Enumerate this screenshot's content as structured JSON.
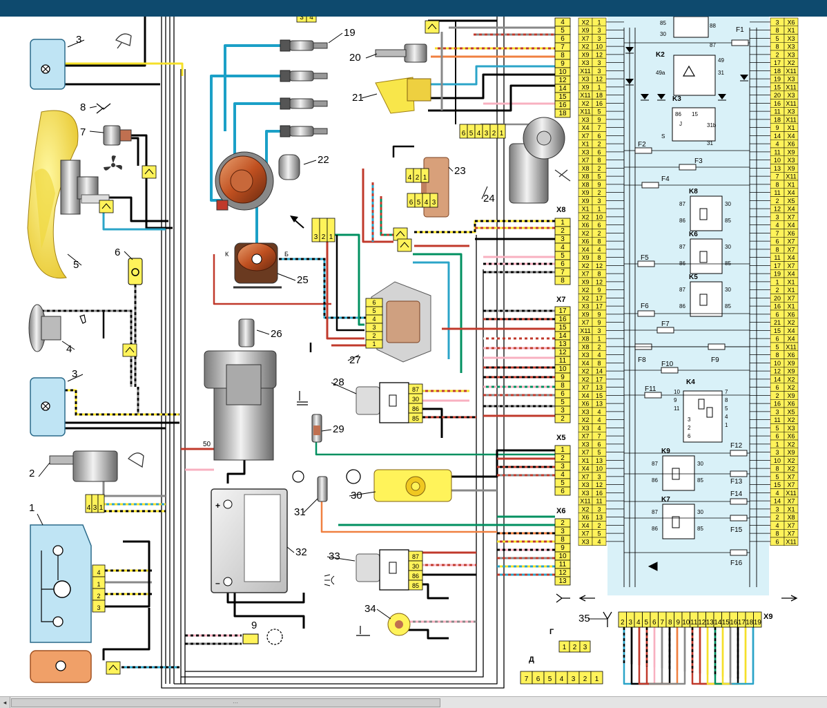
{
  "callouts": [
    "1",
    "2",
    "3",
    "3",
    "4",
    "5",
    "6",
    "7",
    "8",
    "9",
    "19",
    "20",
    "21",
    "22",
    "23",
    "24",
    "25",
    "26",
    "27",
    "28",
    "29",
    "30",
    "31",
    "32",
    "33",
    "34",
    "35"
  ],
  "connectors": {
    "X8": "X8",
    "X7": "X7",
    "X5": "X5",
    "X6": "X6",
    "X9": "X9",
    "G": "Г",
    "D": "Д",
    "G_pins": [
      "1",
      "2",
      "3"
    ],
    "D_pins": [
      "7",
      "6",
      "5",
      "4",
      "3",
      "2",
      "1"
    ],
    "X8_pins": [
      "1",
      "2",
      "3",
      "4",
      "5",
      "6",
      "7",
      "8"
    ],
    "X7_pins": [
      "17",
      "16",
      "15",
      "14",
      "13",
      "12",
      "11",
      "10",
      "9",
      "8",
      "6",
      "5",
      "3",
      "2"
    ],
    "X5_pins": [
      "1",
      "2",
      "3",
      "4",
      "5",
      "6"
    ],
    "X6_pins": [
      "2",
      "3",
      "8",
      "9",
      "10",
      "11",
      "12",
      "13"
    ],
    "X9_pins": [
      "2",
      "3",
      "4",
      "5",
      "6",
      "7",
      "8",
      "9",
      "10",
      "11",
      "12",
      "13",
      "14",
      "15",
      "16",
      "17",
      "18",
      "19"
    ],
    "top_pins": [
      "4",
      "5",
      "6",
      "7",
      "8",
      "9",
      "10",
      "12",
      "14",
      "15",
      "16",
      "18"
    ],
    "plug_24": [
      "6",
      "5",
      "4",
      "3",
      "2",
      "1"
    ],
    "plug_23a": [
      "4",
      "2",
      "1"
    ],
    "plug_23b": [
      "6",
      "5",
      "4",
      "3"
    ],
    "plug_27": [
      "6",
      "5",
      "4",
      "3",
      "2",
      "1"
    ],
    "plug_25": [
      "3",
      "2",
      "1"
    ],
    "plug_2": [
      "4",
      "3",
      "1"
    ],
    "plug_1": [
      "4",
      "1",
      "2",
      "3"
    ],
    "relay_28_pins": [
      "87",
      "30",
      "86",
      "85"
    ],
    "relay_33_pins": [
      "87",
      "30",
      "86",
      "85"
    ],
    "coil_terms": [
      "К",
      "Б"
    ],
    "starter_term": "50",
    "top_plug": [
      "3",
      "4"
    ]
  },
  "fusebox": {
    "relays": [
      "K2",
      "K3",
      "K4",
      "K5",
      "K6",
      "K7",
      "K8",
      "K9"
    ],
    "fuses": [
      "F1",
      "F2",
      "F3",
      "F4",
      "F5",
      "F6",
      "F7",
      "F8",
      "F9",
      "F10",
      "F11",
      "F12",
      "F13",
      "F14",
      "F15",
      "F16"
    ],
    "k2_pins": [
      "49",
      "49a",
      "31"
    ],
    "k3_pins": [
      "86",
      "15",
      "J",
      "31b",
      "S",
      "31"
    ],
    "k4_pins": [
      "10",
      "9",
      "11",
      "7",
      "8",
      "4",
      "3",
      "2",
      "6",
      "1",
      "5"
    ],
    "relay_pins": [
      "87",
      "86",
      "30",
      "85"
    ],
    "top_relay_pins": [
      "85",
      "30",
      "88",
      "87"
    ],
    "left_labels": [
      "X2",
      "X9",
      "X7",
      "X2",
      "X9",
      "X3",
      "X11",
      "X3",
      "X9",
      "X11",
      "X2",
      "X11",
      "X3",
      "X4",
      "X7",
      "X1",
      "X3",
      "X7",
      "X8",
      "X8",
      "X8",
      "X9",
      "X9",
      "X1",
      "X2",
      "X6",
      "X2",
      "X6",
      "X4",
      "X9",
      "X2",
      "X7",
      "X9",
      "X2",
      "X2",
      "X3",
      "X9",
      "X7",
      "X11",
      "X8",
      "X8",
      "X3",
      "X4",
      "X2",
      "X2",
      "X7",
      "X4",
      "X6",
      "X3",
      "X2",
      "X3",
      "X7",
      "X3",
      "X7",
      "X1",
      "X4",
      "X7",
      "X3",
      "X3",
      "X11",
      "X2",
      "X6",
      "X4",
      "X7",
      "X3"
    ],
    "left_nums": [
      "1",
      "3",
      "3",
      "10",
      "12",
      "3",
      "3",
      "12",
      "1",
      "18",
      "16",
      "5",
      "9",
      "7",
      "6",
      "2",
      "6",
      "8",
      "2",
      "5",
      "9",
      "2",
      "3",
      "1",
      "10",
      "6",
      "2",
      "8",
      "4",
      "8",
      "12",
      "8",
      "12",
      "9",
      "17",
      "17",
      "9",
      "9",
      "3",
      "1",
      "2",
      "4",
      "8",
      "14",
      "17",
      "13",
      "15",
      "13",
      "4",
      "4",
      "4",
      "7",
      "6",
      "5",
      "13",
      "10",
      "3",
      "12",
      "16",
      "11",
      "3",
      "13",
      "2",
      "5",
      "4",
      "5"
    ],
    "right_labels": [
      "X6",
      "X1",
      "X3",
      "X3",
      "X3",
      "X2",
      "X11",
      "X3",
      "X11",
      "X3",
      "X11",
      "X3",
      "X11",
      "X1",
      "X4",
      "X6",
      "X9",
      "X3",
      "X9",
      "X11",
      "X1",
      "X4",
      "X5",
      "X4",
      "X7",
      "X4",
      "X6",
      "X7",
      "X7",
      "X4",
      "X7",
      "X4",
      "X1",
      "X1",
      "X7",
      "X1",
      "X6",
      "X2",
      "X4",
      "X4",
      "X11",
      "X6",
      "X9",
      "X9",
      "X2",
      "X2",
      "X9",
      "X6",
      "X5",
      "X2",
      "X3",
      "X6",
      "X2",
      "X9",
      "X2",
      "X2",
      "X7",
      "X7",
      "X11",
      "X7",
      "X1",
      "X8",
      "X7",
      "X7",
      "X11"
    ],
    "right_nums": [
      "3",
      "8",
      "5",
      "8",
      "2",
      "17",
      "18",
      "19",
      "15",
      "20",
      "16",
      "11",
      "18",
      "9",
      "14",
      "4",
      "11",
      "10",
      "13",
      "7",
      "8",
      "11",
      "2",
      "12",
      "3",
      "4",
      "7",
      "6",
      "8",
      "11",
      "17",
      "19",
      "1",
      "2",
      "20",
      "16",
      "6",
      "21",
      "15",
      "6",
      "5",
      "8",
      "10",
      "12",
      "14",
      "6",
      "2",
      "16",
      "3",
      "11",
      "5",
      "6",
      "1",
      "3",
      "10",
      "8",
      "5",
      "15",
      "4",
      "14",
      "3",
      "2",
      "4",
      "8",
      "6"
    ]
  },
  "colors": {
    "fusebox_bg": "#d9f1f8",
    "connector": "#fff35a",
    "hv_lead": "#1ba0c7",
    "fan": "#f8e64a",
    "lamp_glass": "#bfe4f4",
    "tail_lamp": "#f0a068"
  }
}
